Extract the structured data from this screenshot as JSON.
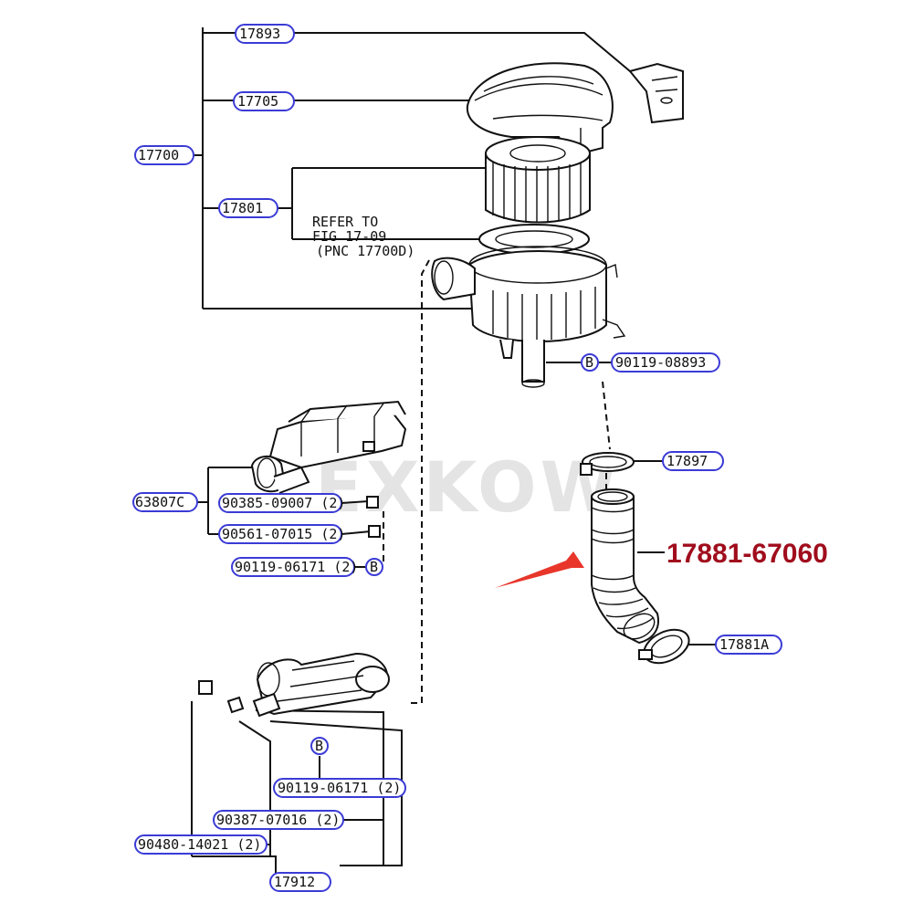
{
  "watermark": "EXKOW",
  "highlight_part": "17881-67060",
  "highlight_color": "#a00d1c",
  "arrow_color": "#e8362b",
  "label_border_color": "#3b3bd6",
  "refer_note": [
    "REFER TO",
    "FIG 17-09",
    "(PNC 17700D)"
  ],
  "callout_b": "B",
  "labels": {
    "p17893": "17893",
    "p17705": "17705",
    "p17700": "17700",
    "p17801": "17801",
    "p90119_08893": "90119-08893",
    "p17897": "17897",
    "p63807c": "63807C",
    "p90385": "90385-09007 (2)",
    "p90561": "90561-07015 (2)",
    "p90119_06171_a": "90119-06171 (2)",
    "p17881a": "17881A",
    "p90119_06171_b": "90119-06171 (2)",
    "p90387": "90387-07016 (2)",
    "p90480": "90480-14021 (2)",
    "p17912": "17912"
  }
}
